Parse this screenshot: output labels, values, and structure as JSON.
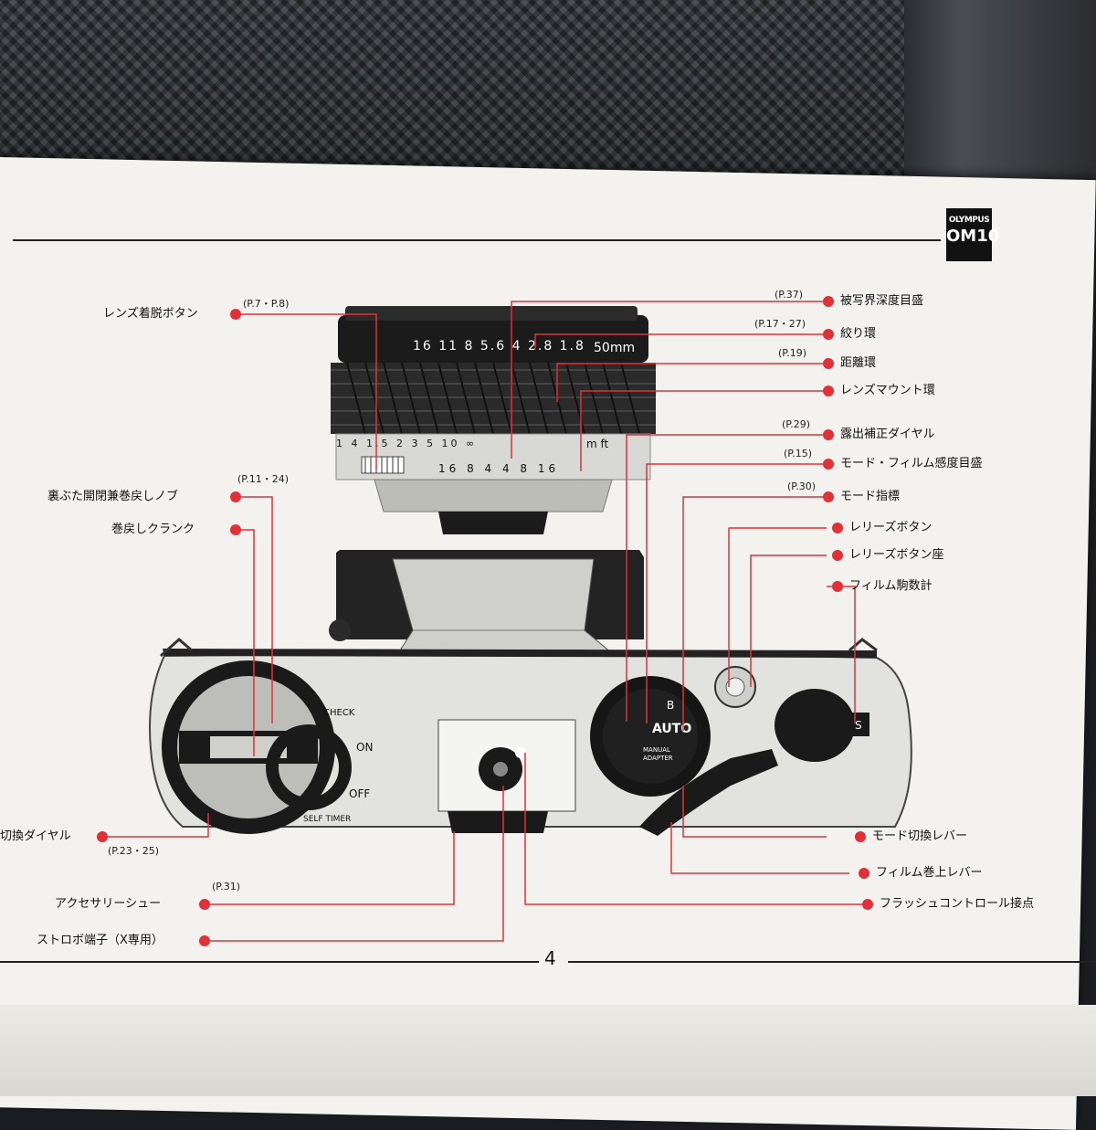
{
  "logo": {
    "brand": "OLYMPUS",
    "model": "OM10"
  },
  "page_number": "4",
  "lens": {
    "aperture_scale": "16 11 8 5.6 4 2.8 1.8",
    "focal_length": "50mm",
    "distance_m": "1 4 1.5 2 3 5 10 ∞",
    "dof_scale": "16 8 4 4 8 16",
    "m_ft": "m  ft"
  },
  "body": {
    "check": "CHECK",
    "on": "ON",
    "off": "OFF",
    "self_timer": "SELF TIMER",
    "auto": "AUTO",
    "manual_adapter": "MANUAL\nADAPTER",
    "b": "B",
    "s": "S"
  },
  "labels_left": [
    {
      "text": "レンズ着脱ボタン",
      "ref": "(P.7・P.8)"
    },
    {
      "text": "裏ぶた開閉兼巻戻しノブ",
      "ref": "(P.11・24)"
    },
    {
      "text": "巻戻しクランク",
      "ref": ""
    },
    {
      "text": "切換ダイヤル",
      "ref": "(P.23・25)"
    },
    {
      "text": "アクセサリーシュー",
      "ref": "(P.31)"
    },
    {
      "text": "ストロボ端子（X専用）",
      "ref": ""
    }
  ],
  "labels_right": [
    {
      "text": "被写界深度目盛",
      "ref": "(P.37)"
    },
    {
      "text": "絞り環",
      "ref": "(P.17・27)"
    },
    {
      "text": "距離環",
      "ref": "(P.19)"
    },
    {
      "text": "レンズマウント環",
      "ref": ""
    },
    {
      "text": "露出補正ダイヤル",
      "ref": "(P.29)"
    },
    {
      "text": "モード・フィルム感度目盛",
      "ref": "(P.15)"
    },
    {
      "text": "モード指標",
      "ref": "(P.30)"
    },
    {
      "text": "レリーズボタン",
      "ref": ""
    },
    {
      "text": "レリーズボタン座",
      "ref": ""
    },
    {
      "text": "フィルム駒数計",
      "ref": ""
    },
    {
      "text": "モード切換レバー",
      "ref": ""
    },
    {
      "text": "フィルム巻上レバー",
      "ref": ""
    },
    {
      "text": "フラッシュコントロール接点",
      "ref": ""
    }
  ],
  "colors": {
    "leader": "#e23038",
    "page": "#f3f2ee",
    "ink": "#111111"
  }
}
